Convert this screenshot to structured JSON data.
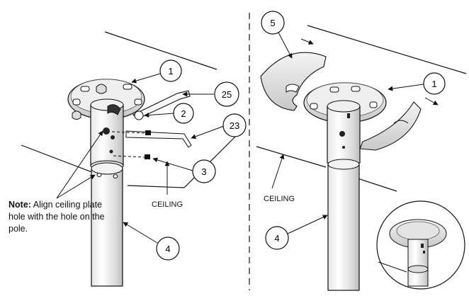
{
  "callouts": {
    "c1_left": "1",
    "c2": "2",
    "c3": "3",
    "c4_left": "4",
    "c5": "5",
    "c23": "23",
    "c25": "25",
    "c1_right": "1",
    "c4_right": "4"
  },
  "labels": {
    "ceiling_left": "CEILING",
    "ceiling_right": "CEILING"
  },
  "note": {
    "prefix": "Note:",
    "text": " Align ceiling plate hole with the hole on the pole."
  }
}
